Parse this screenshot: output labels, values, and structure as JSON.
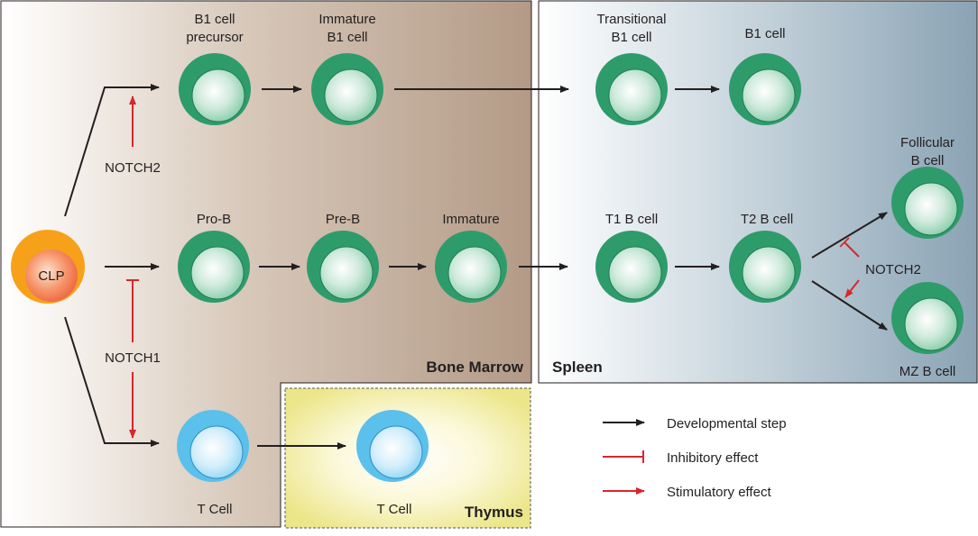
{
  "regions": {
    "bone_marrow": "Bone Marrow",
    "spleen": "Spleen",
    "thymus": "Thymus"
  },
  "cells": {
    "clp": "CLP",
    "b1_precursor": [
      "B1 cell",
      "precursor"
    ],
    "immature_b1": [
      "Immature",
      "B1 cell"
    ],
    "transitional_b1": [
      "Transitional",
      "B1 cell"
    ],
    "b1_cell": "B1 cell",
    "pro_b": "Pro-B",
    "pre_b": "Pre-B",
    "immature": "Immature",
    "t1_b_cell": "T1 B cell",
    "t2_b_cell": "T2 B cell",
    "follicular_b_cell": [
      "Follicular",
      "B cell"
    ],
    "mz_b_cell": "MZ B cell",
    "t_cell_marrow": "T Cell",
    "t_cell_thymus": "T Cell"
  },
  "regulators": {
    "notch2_top": "NOTCH2",
    "notch1": "NOTCH1",
    "notch2_spleen": "NOTCH2"
  },
  "legend": {
    "developmental": "Developmental step",
    "inhibitory": "Inhibitory effect",
    "stimulatory": "Stimulatory effect"
  },
  "colors": {
    "b_cell": "#2e9b6b",
    "t_cell": "#5bc0ec",
    "clp": "#f7a11a",
    "inhibit_stim": "#d7262d",
    "arrow": "#231f20",
    "bone_marrow": "#b8a08b",
    "spleen": "#8ea6b6",
    "thymus": "#f1ec9a"
  }
}
